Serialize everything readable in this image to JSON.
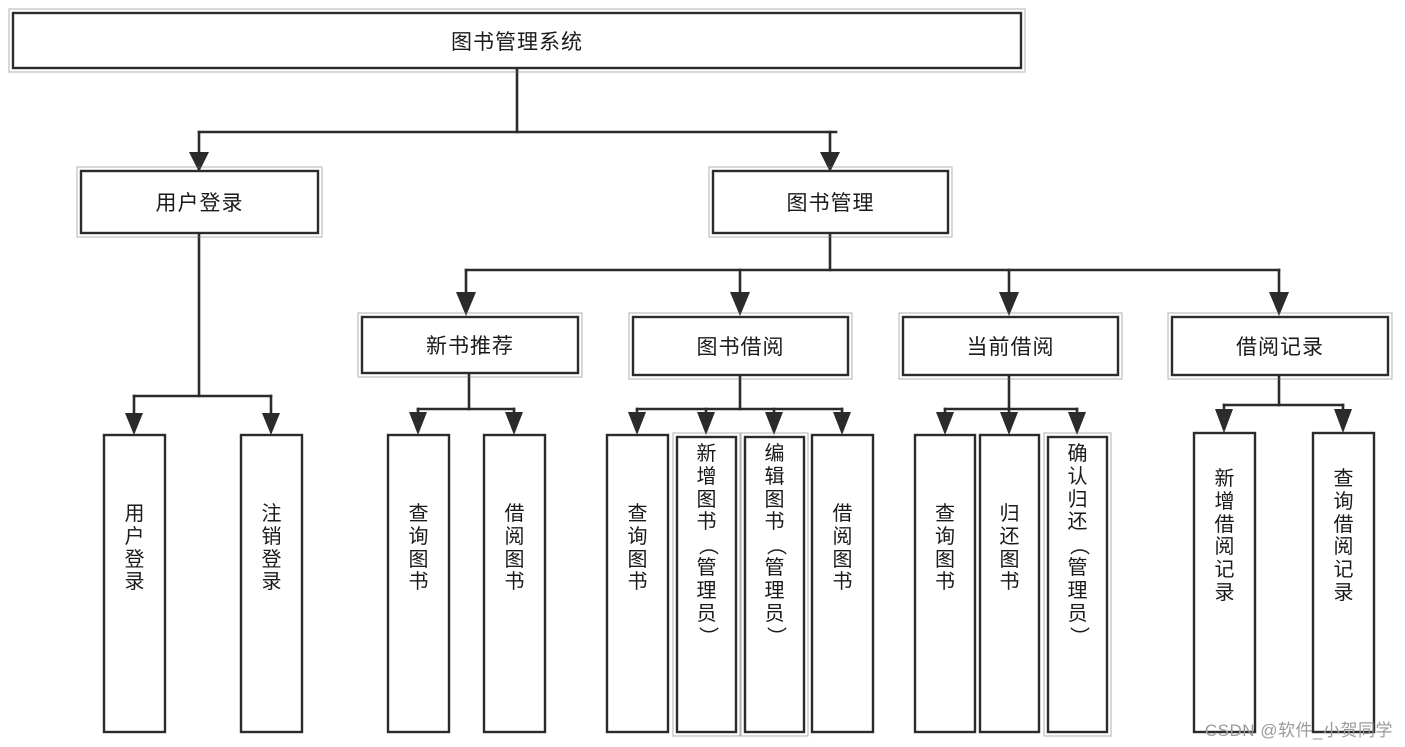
{
  "diagram": {
    "type": "tree-hierarchy-functional-structure",
    "root": {
      "id": "root",
      "label": "图书管理系统"
    },
    "level2": [
      {
        "id": "user-login",
        "label": "用户登录"
      },
      {
        "id": "book-management",
        "label": "图书管理"
      }
    ],
    "level3": [
      {
        "id": "new-book-recommend",
        "label": "新书推荐",
        "parent": "book-management"
      },
      {
        "id": "book-borrow",
        "label": "图书借阅",
        "parent": "book-management"
      },
      {
        "id": "current-borrow",
        "label": "当前借阅",
        "parent": "book-management"
      },
      {
        "id": "borrow-record",
        "label": "借阅记录",
        "parent": "book-management"
      }
    ],
    "leaves": [
      {
        "id": "leaf-user-login",
        "parent": "user-login",
        "label": "用户登录",
        "chars": [
          "用",
          "户",
          "登",
          "录"
        ]
      },
      {
        "id": "leaf-logout",
        "parent": "user-login",
        "label": "注销登录",
        "chars": [
          "注",
          "销",
          "登",
          "录"
        ]
      },
      {
        "id": "leaf-query-book-1",
        "parent": "new-book-recommend",
        "label": "查询图书",
        "chars": [
          "查",
          "询",
          "图",
          "书"
        ]
      },
      {
        "id": "leaf-borrow-book-1",
        "parent": "new-book-recommend",
        "label": "借阅图书",
        "chars": [
          "借",
          "阅",
          "图",
          "书"
        ]
      },
      {
        "id": "leaf-query-book-2",
        "parent": "book-borrow",
        "label": "查询图书",
        "chars": [
          "查",
          "询",
          "图",
          "书"
        ]
      },
      {
        "id": "leaf-add-book",
        "parent": "book-borrow",
        "label": "新增图书（管理员）",
        "chars": [
          "新",
          "增",
          "图",
          "书",
          "（",
          "管",
          "理",
          "员",
          "）"
        ]
      },
      {
        "id": "leaf-edit-book",
        "parent": "book-borrow",
        "label": "编辑图书（管理员）",
        "chars": [
          "编",
          "辑",
          "图",
          "书",
          "（",
          "管",
          "理",
          "员",
          "）"
        ]
      },
      {
        "id": "leaf-borrow-book-2",
        "parent": "book-borrow",
        "label": "借阅图书",
        "chars": [
          "借",
          "阅",
          "图",
          "书"
        ]
      },
      {
        "id": "leaf-query-book-3",
        "parent": "current-borrow",
        "label": "查询图书",
        "chars": [
          "查",
          "询",
          "图",
          "书"
        ]
      },
      {
        "id": "leaf-return-book",
        "parent": "current-borrow",
        "label": "归还图书",
        "chars": [
          "归",
          "还",
          "图",
          "书"
        ]
      },
      {
        "id": "leaf-confirm-return",
        "parent": "current-borrow",
        "label": "确认归还（管理员）",
        "chars": [
          "确",
          "认",
          "归",
          "还",
          "（",
          "管",
          "理",
          "员",
          "）"
        ]
      },
      {
        "id": "leaf-add-record",
        "parent": "borrow-record",
        "label": "新增借阅记录",
        "chars": [
          "新",
          "增",
          "借",
          "阅",
          "记",
          "录"
        ]
      },
      {
        "id": "leaf-query-record",
        "parent": "borrow-record",
        "label": "查询借阅记录",
        "chars": [
          "查",
          "询",
          "借",
          "阅",
          "记",
          "录"
        ]
      }
    ]
  },
  "watermark": {
    "text": "CSDN @软件_小贺同学"
  },
  "colors": {
    "stroke": "#2b2b2b",
    "box_fill": "#ffffff",
    "background": "#ffffff",
    "watermark": "#9a9a9a"
  }
}
